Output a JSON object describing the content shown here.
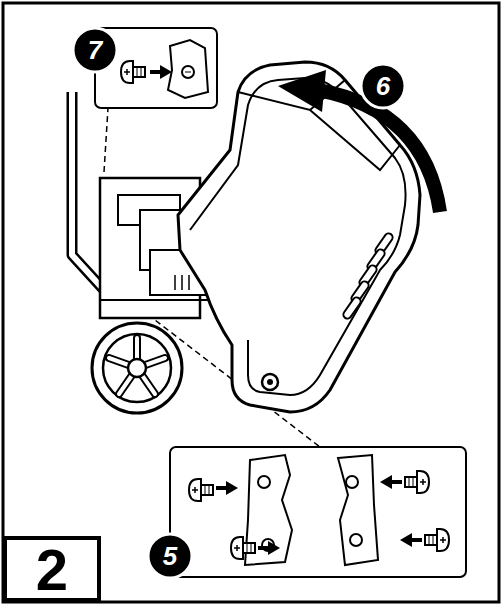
{
  "diagram": {
    "labels": [
      "7",
      "6",
      "5",
      "2"
    ]
  }
}
